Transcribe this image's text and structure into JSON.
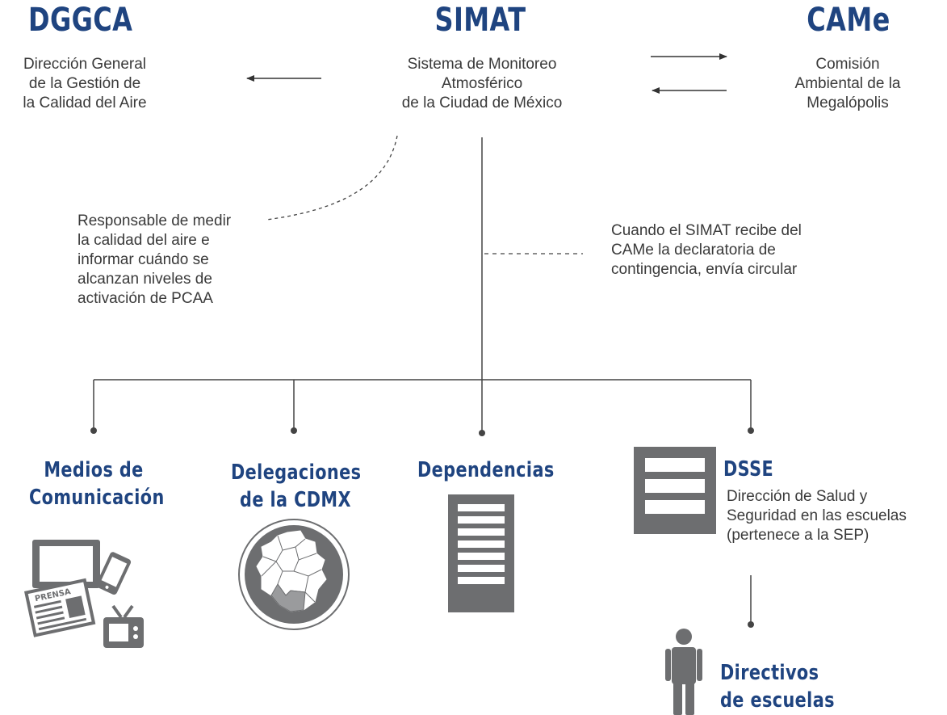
{
  "entities": {
    "dggca": {
      "acronym": "DGGCA",
      "lines": [
        "Dirección General",
        "de la  Gestión de",
        "la Calidad del Aire"
      ]
    },
    "simat": {
      "acronym": "SIMAT",
      "lines": [
        "Sistema de Monitoreo",
        "Atmosférico",
        "de la Ciudad de México"
      ]
    },
    "came": {
      "acronym": "CAMe",
      "lines": [
        "Comisión",
        "Ambiental de la",
        "Megalópolis"
      ]
    }
  },
  "notes": {
    "responsible": [
      "Responsable de medir",
      "la calidad del aire e",
      "informar cuándo se",
      "alcanzan niveles de",
      "activación de PCAA"
    ],
    "contingency": [
      "Cuando el SIMAT recibe del",
      "CAMe la declaratoria de",
      "contingencia, envía circular"
    ]
  },
  "branches": {
    "media": {
      "title_lines": [
        "Medios de",
        "Comunicación"
      ],
      "press_label": "PRENSA"
    },
    "delegaciones": {
      "title_lines": [
        "Delegaciones",
        "de la CDMX"
      ]
    },
    "dependencias": {
      "title": "Dependencias"
    },
    "dsse": {
      "acronym": "DSSE",
      "lines": [
        "Dirección de Salud y",
        "Seguridad en las escuelas",
        "(pertenece a la SEP)"
      ]
    }
  },
  "directivos": {
    "title_lines": [
      "Directivos",
      "de escuelas"
    ]
  },
  "colors": {
    "title_blue": "#1f4480",
    "text": "#3a3a3a",
    "icon_gray": "#6d6e70",
    "line": "#444444"
  }
}
